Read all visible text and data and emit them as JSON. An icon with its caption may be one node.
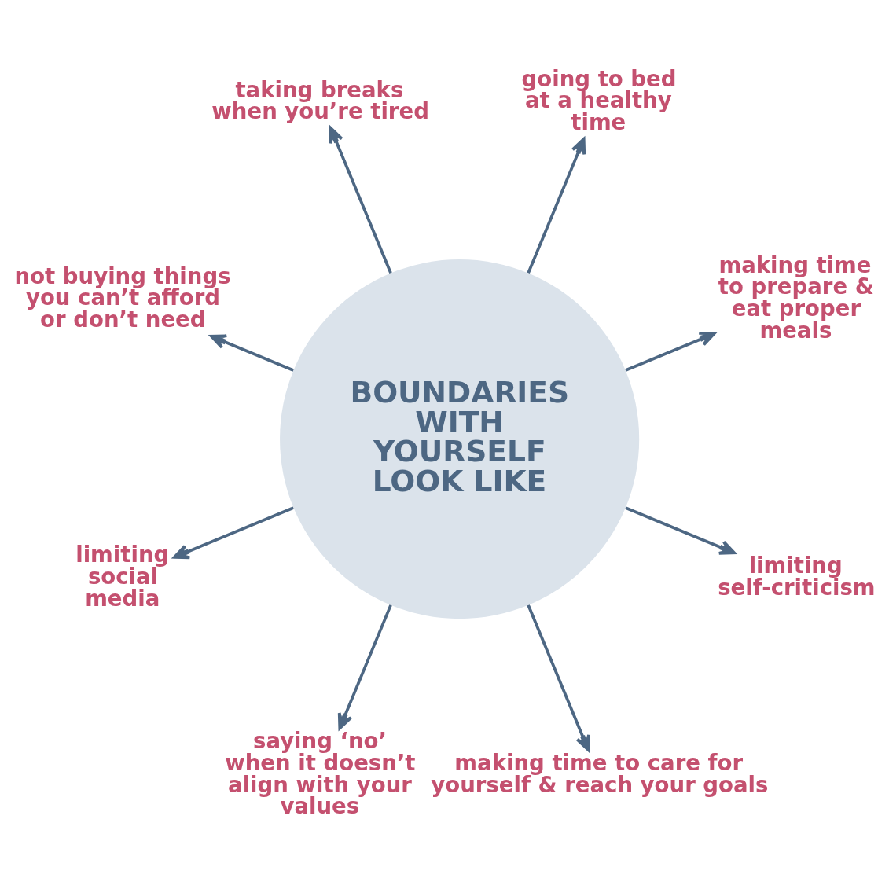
{
  "diagram": {
    "nodes": [
      {
        "text": [
          "BOUNDARIES WITH YOURSELF LOOK LIKE"
        ]
      },
      {
        "text": [
          "taking breaks when you’re tired"
        ]
      },
      {
        "text": [
          "not buying things you can’t afford or don’t need"
        ]
      },
      {
        "text": [
          "going to bed at a healthy time"
        ]
      },
      {
        "text": [
          "limiting social media"
        ]
      },
      {
        "text": [
          "making time to prepare & eat proper meals"
        ]
      },
      {
        "text": [
          "saying ‘no’ when it doesn’t align with your values"
        ]
      },
      {
        "text": [
          "limiting self-criticism"
        ]
      },
      {
        "text": [
          "making time to care for yourself & reach your goals"
        ]
      }
    ],
    "edges": [
      {
        "from": 0,
        "to": 1,
        "arrow": "to"
      },
      {
        "from": 0,
        "to": 2,
        "arrow": "to"
      },
      {
        "from": 0,
        "to": 3,
        "arrow": "to"
      },
      {
        "from": 0,
        "to": 4,
        "arrow": "to"
      },
      {
        "from": 0,
        "to": 5,
        "arrow": "to"
      },
      {
        "from": 0,
        "to": 6,
        "arrow": "to"
      },
      {
        "from": 0,
        "to": 7,
        "arrow": "to"
      },
      {
        "from": 0,
        "to": 8,
        "arrow": "to"
      }
    ]
  }
}
